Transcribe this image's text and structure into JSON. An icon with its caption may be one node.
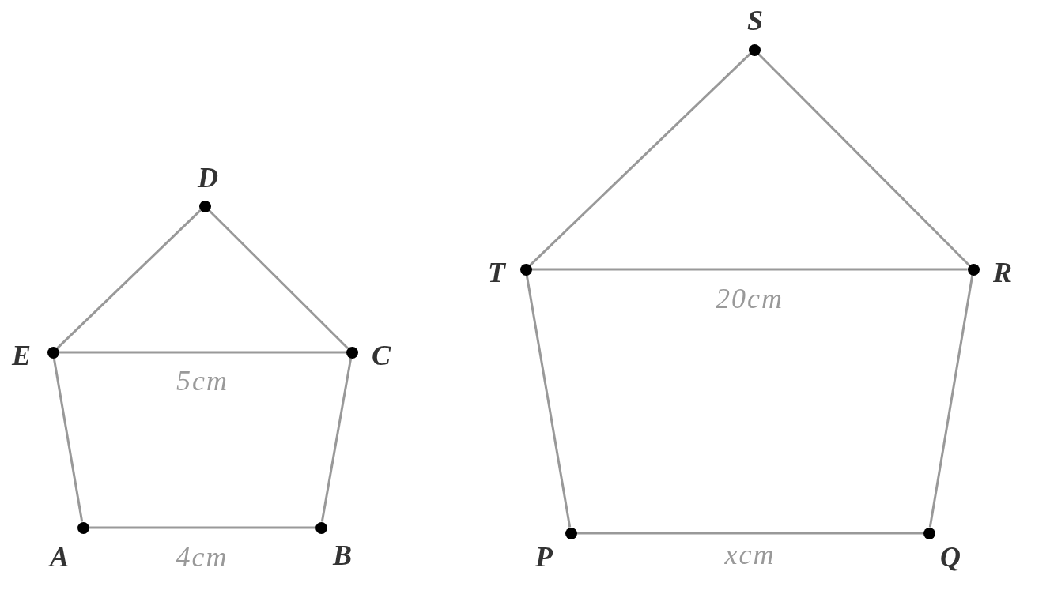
{
  "diagram": {
    "nodes": [
      {
        "text": [],
        "shape": "circle",
        "beside": [
          "A"
        ]
      },
      {
        "text": [],
        "shape": "circle",
        "beside": [
          "B"
        ]
      },
      {
        "text": [],
        "shape": "circle",
        "beside": [
          "C"
        ]
      },
      {
        "text": [],
        "shape": "circle",
        "beside": [
          "D"
        ]
      },
      {
        "text": [],
        "shape": "circle",
        "beside": [
          "E"
        ]
      },
      {
        "text": [],
        "shape": "circle",
        "beside": [
          "P"
        ]
      },
      {
        "text": [],
        "shape": "circle",
        "beside": [
          "Q"
        ]
      },
      {
        "text": [],
        "shape": "circle",
        "beside": [
          "R"
        ]
      },
      {
        "text": [],
        "shape": "circle",
        "beside": [
          "S"
        ]
      },
      {
        "text": [],
        "shape": "circle",
        "beside": [
          "T"
        ]
      }
    ],
    "edges": [
      {
        "from": 0,
        "to": 1,
        "arrow": "none",
        "label": "4cm"
      },
      {
        "from": 1,
        "to": 2,
        "arrow": "none"
      },
      {
        "from": 2,
        "to": 3,
        "arrow": "none"
      },
      {
        "from": 3,
        "to": 4,
        "arrow": "none"
      },
      {
        "from": 4,
        "to": 0,
        "arrow": "none"
      },
      {
        "from": 4,
        "to": 2,
        "arrow": "none",
        "label": "5cm"
      },
      {
        "from": 5,
        "to": 6,
        "arrow": "none",
        "label": "xcm"
      },
      {
        "from": 6,
        "to": 7,
        "arrow": "none"
      },
      {
        "from": 7,
        "to": 8,
        "arrow": "none"
      },
      {
        "from": 8,
        "to": 9,
        "arrow": "none"
      },
      {
        "from": 9,
        "to": 5,
        "arrow": "none"
      },
      {
        "from": 9,
        "to": 7,
        "arrow": "none",
        "label": "20cm"
      }
    ]
  }
}
